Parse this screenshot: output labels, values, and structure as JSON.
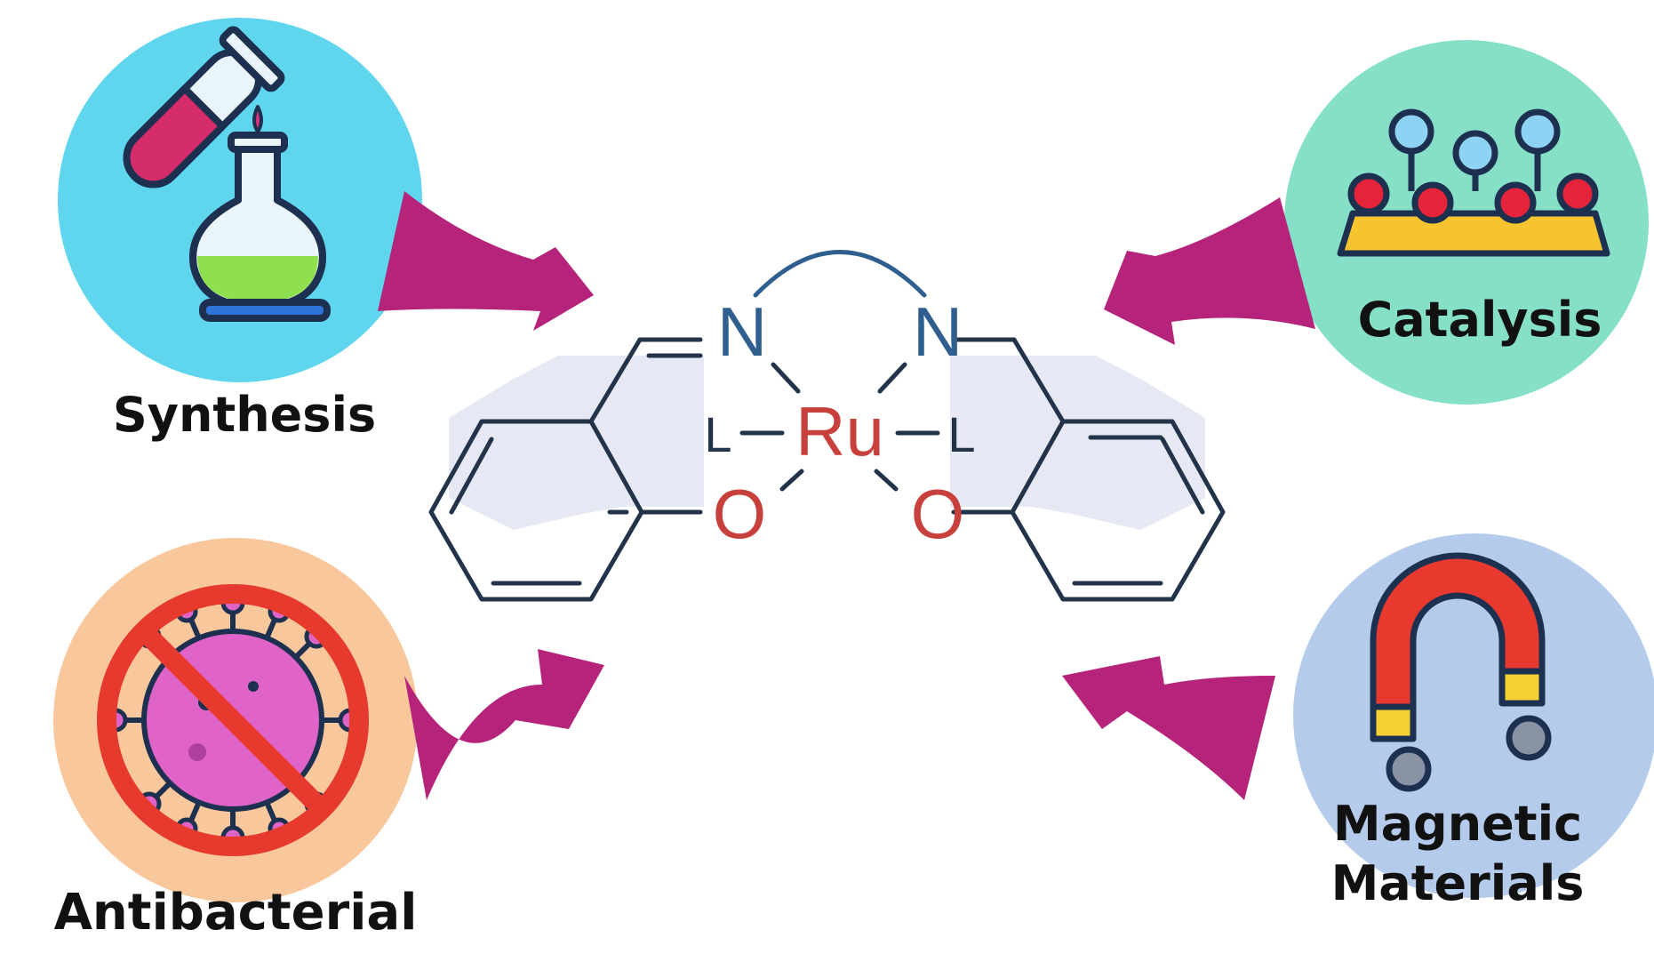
{
  "labels": {
    "synthesis": "Synthesis",
    "catalysis": "Catalysis",
    "antibacterial": "Antibacterial",
    "magnetic_line1": "Magnetic",
    "magnetic_line2": "Materials"
  },
  "molecule": {
    "metal": "Ru",
    "nitrogen": "N",
    "oxygen": "O",
    "ligand": "L"
  },
  "icons": {
    "synthesis": "test-tube-and-flask-icon",
    "catalysis": "catalyst-surface-icon",
    "antibacterial": "no-bacteria-icon",
    "magnetic": "horseshoe-magnet-icon"
  },
  "colors": {
    "synthesis_circle": "#5fd6ee",
    "catalysis_circle": "#86e0c8",
    "antibacterial_circle": "#f8c79c",
    "magnetic_circle": "#b5cbec",
    "arrow": "#b5237a",
    "metal": "#c8403c",
    "nitrogen": "#2f5f8e",
    "oxygen": "#c8403c",
    "bond": "#22334a"
  }
}
